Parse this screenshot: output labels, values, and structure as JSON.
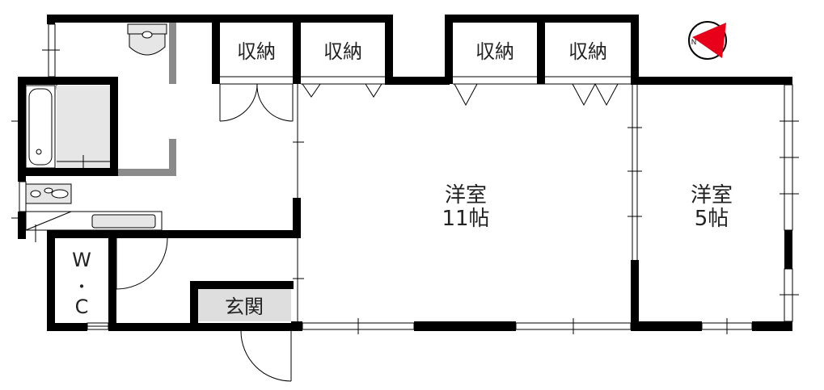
{
  "rooms": {
    "storage_1": "収納",
    "storage_2": "収納",
    "storage_3": "収納",
    "storage_4": "収納",
    "western_large_line1": "洋室",
    "western_large_line2": "11帖",
    "western_small_line1": "洋室",
    "western_small_line2": "5帖",
    "toilet_line1": "W",
    "toilet_line2": "・",
    "toilet_line3": "C",
    "entrance": "玄関"
  },
  "compass": {
    "icon": "north-arrow-icon",
    "letter": "N",
    "color": "#e8001a"
  },
  "colors": {
    "wall": "#000000",
    "partition": "#8a8a8a",
    "fixture_fill": "#e6e6e6",
    "entrance_fill": "#dedede"
  }
}
